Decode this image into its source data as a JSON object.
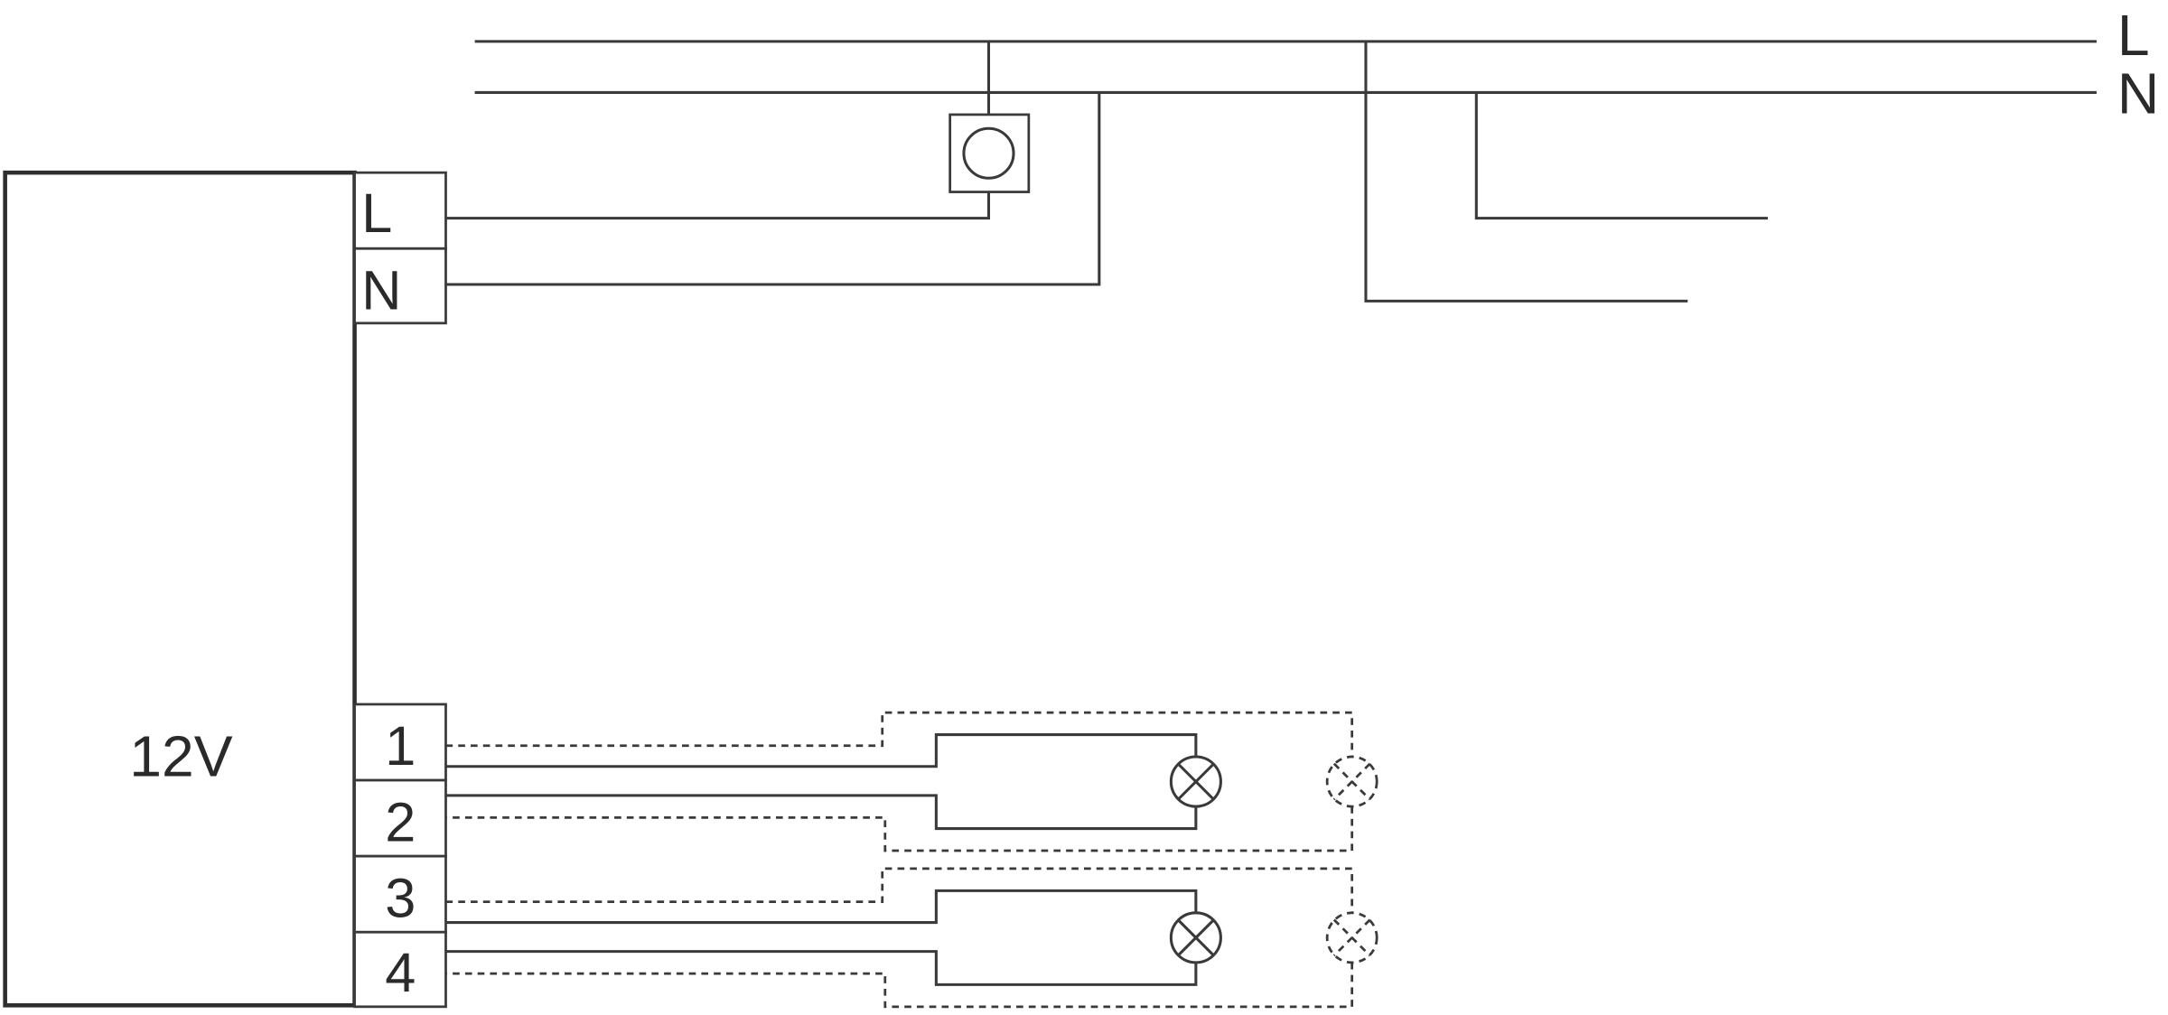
{
  "diagram": {
    "bus_labels": {
      "live": "L",
      "neutral": "N"
    },
    "device": {
      "label": "12V",
      "input_terminals": [
        "L",
        "N"
      ],
      "output_terminals": [
        "1",
        "2",
        "3",
        "4"
      ]
    },
    "components": [
      "switch-icon",
      "lamp-icon",
      "lamp-icon",
      "optional-lamp-icon",
      "optional-lamp-icon"
    ],
    "line_color": "#3a3a3a"
  }
}
